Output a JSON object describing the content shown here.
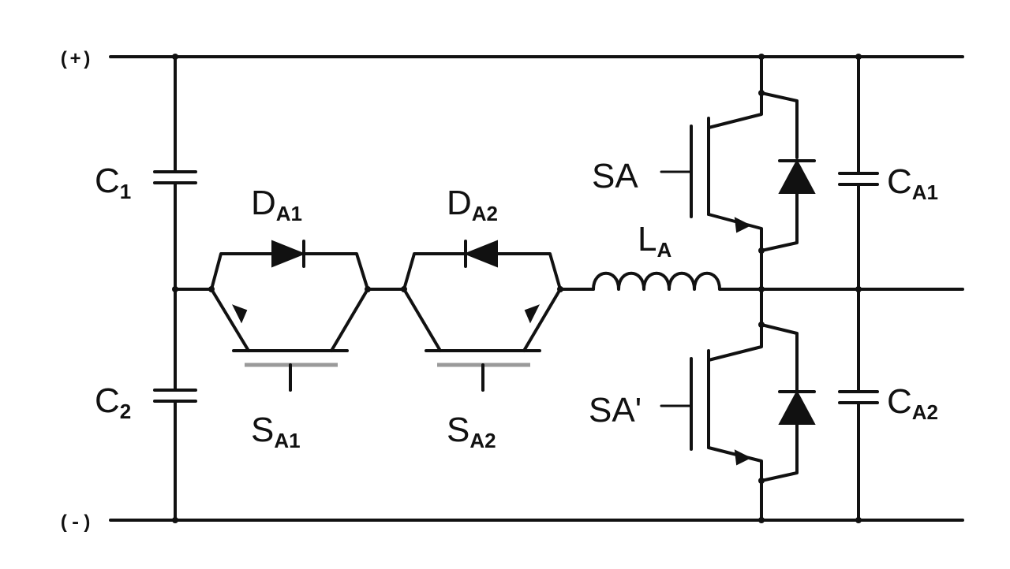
{
  "terminals": {
    "positive": "(+)",
    "negative": "(-)"
  },
  "labels": {
    "c1": {
      "main": "C",
      "sub": "1"
    },
    "c2": {
      "main": "C",
      "sub": "2"
    },
    "da1": {
      "main": "D",
      "sub": "A1"
    },
    "da2": {
      "main": "D",
      "sub": "A2"
    },
    "sa1": {
      "main": "S",
      "sub": "A1"
    },
    "sa2": {
      "main": "S",
      "sub": "A2"
    },
    "la": {
      "main": "L",
      "sub": "A"
    },
    "sa": {
      "main": "SA"
    },
    "sa_prime": {
      "main": "SA'"
    },
    "ca1": {
      "main": "C",
      "sub": "A1"
    },
    "ca2": {
      "main": "C",
      "sub": "A2"
    }
  }
}
